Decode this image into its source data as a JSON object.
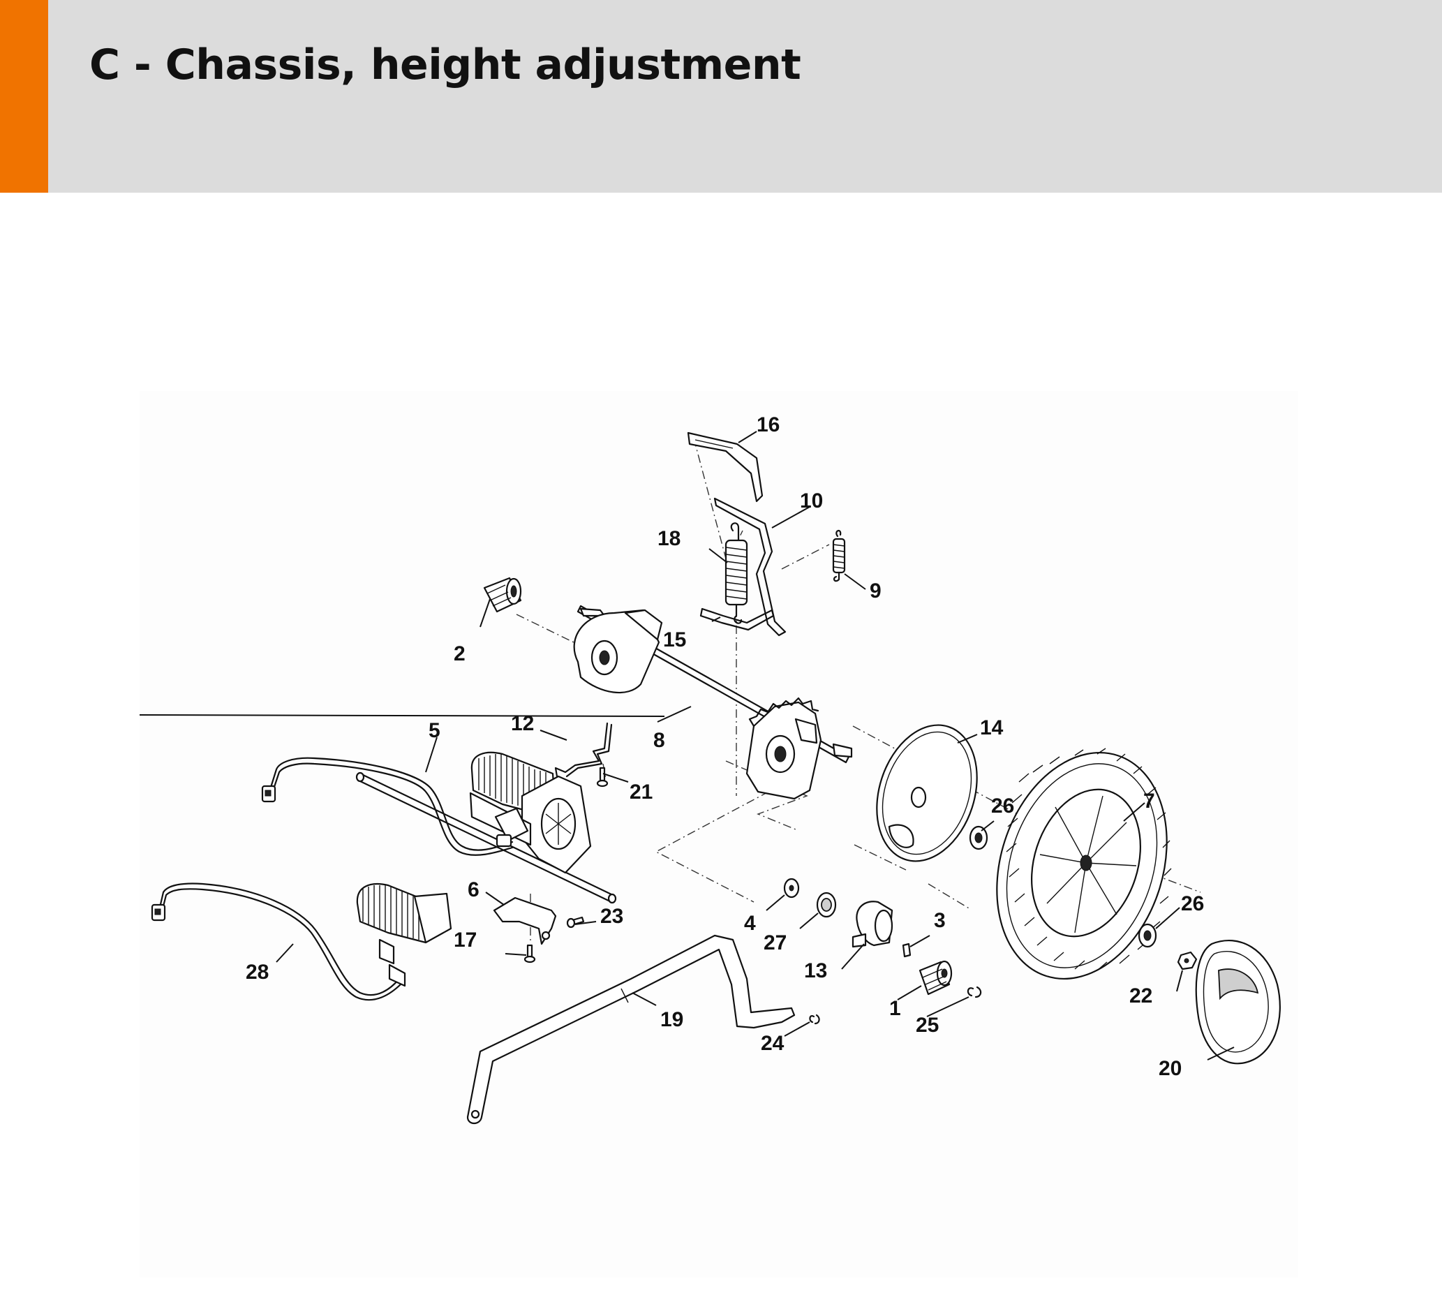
{
  "header": {
    "title": "C - Chassis, height adjustment",
    "accent_color": "#f07300",
    "background_color": "#dcdcdc"
  },
  "callouts": {
    "c1": "1",
    "c2": "2",
    "c3": "3",
    "c4": "4",
    "c5": "5",
    "c6": "6",
    "c7": "7",
    "c8": "8",
    "c9": "9",
    "c10": "10",
    "c12": "12",
    "c13": "13",
    "c14": "14",
    "c15": "15",
    "c16": "16",
    "c17": "17",
    "c18": "18",
    "c19": "19",
    "c20": "20",
    "c21": "21",
    "c22": "22",
    "c23": "23",
    "c24": "24",
    "c25": "25",
    "c26a": "26",
    "c26b": "26",
    "c27": "27",
    "c28": "28"
  }
}
